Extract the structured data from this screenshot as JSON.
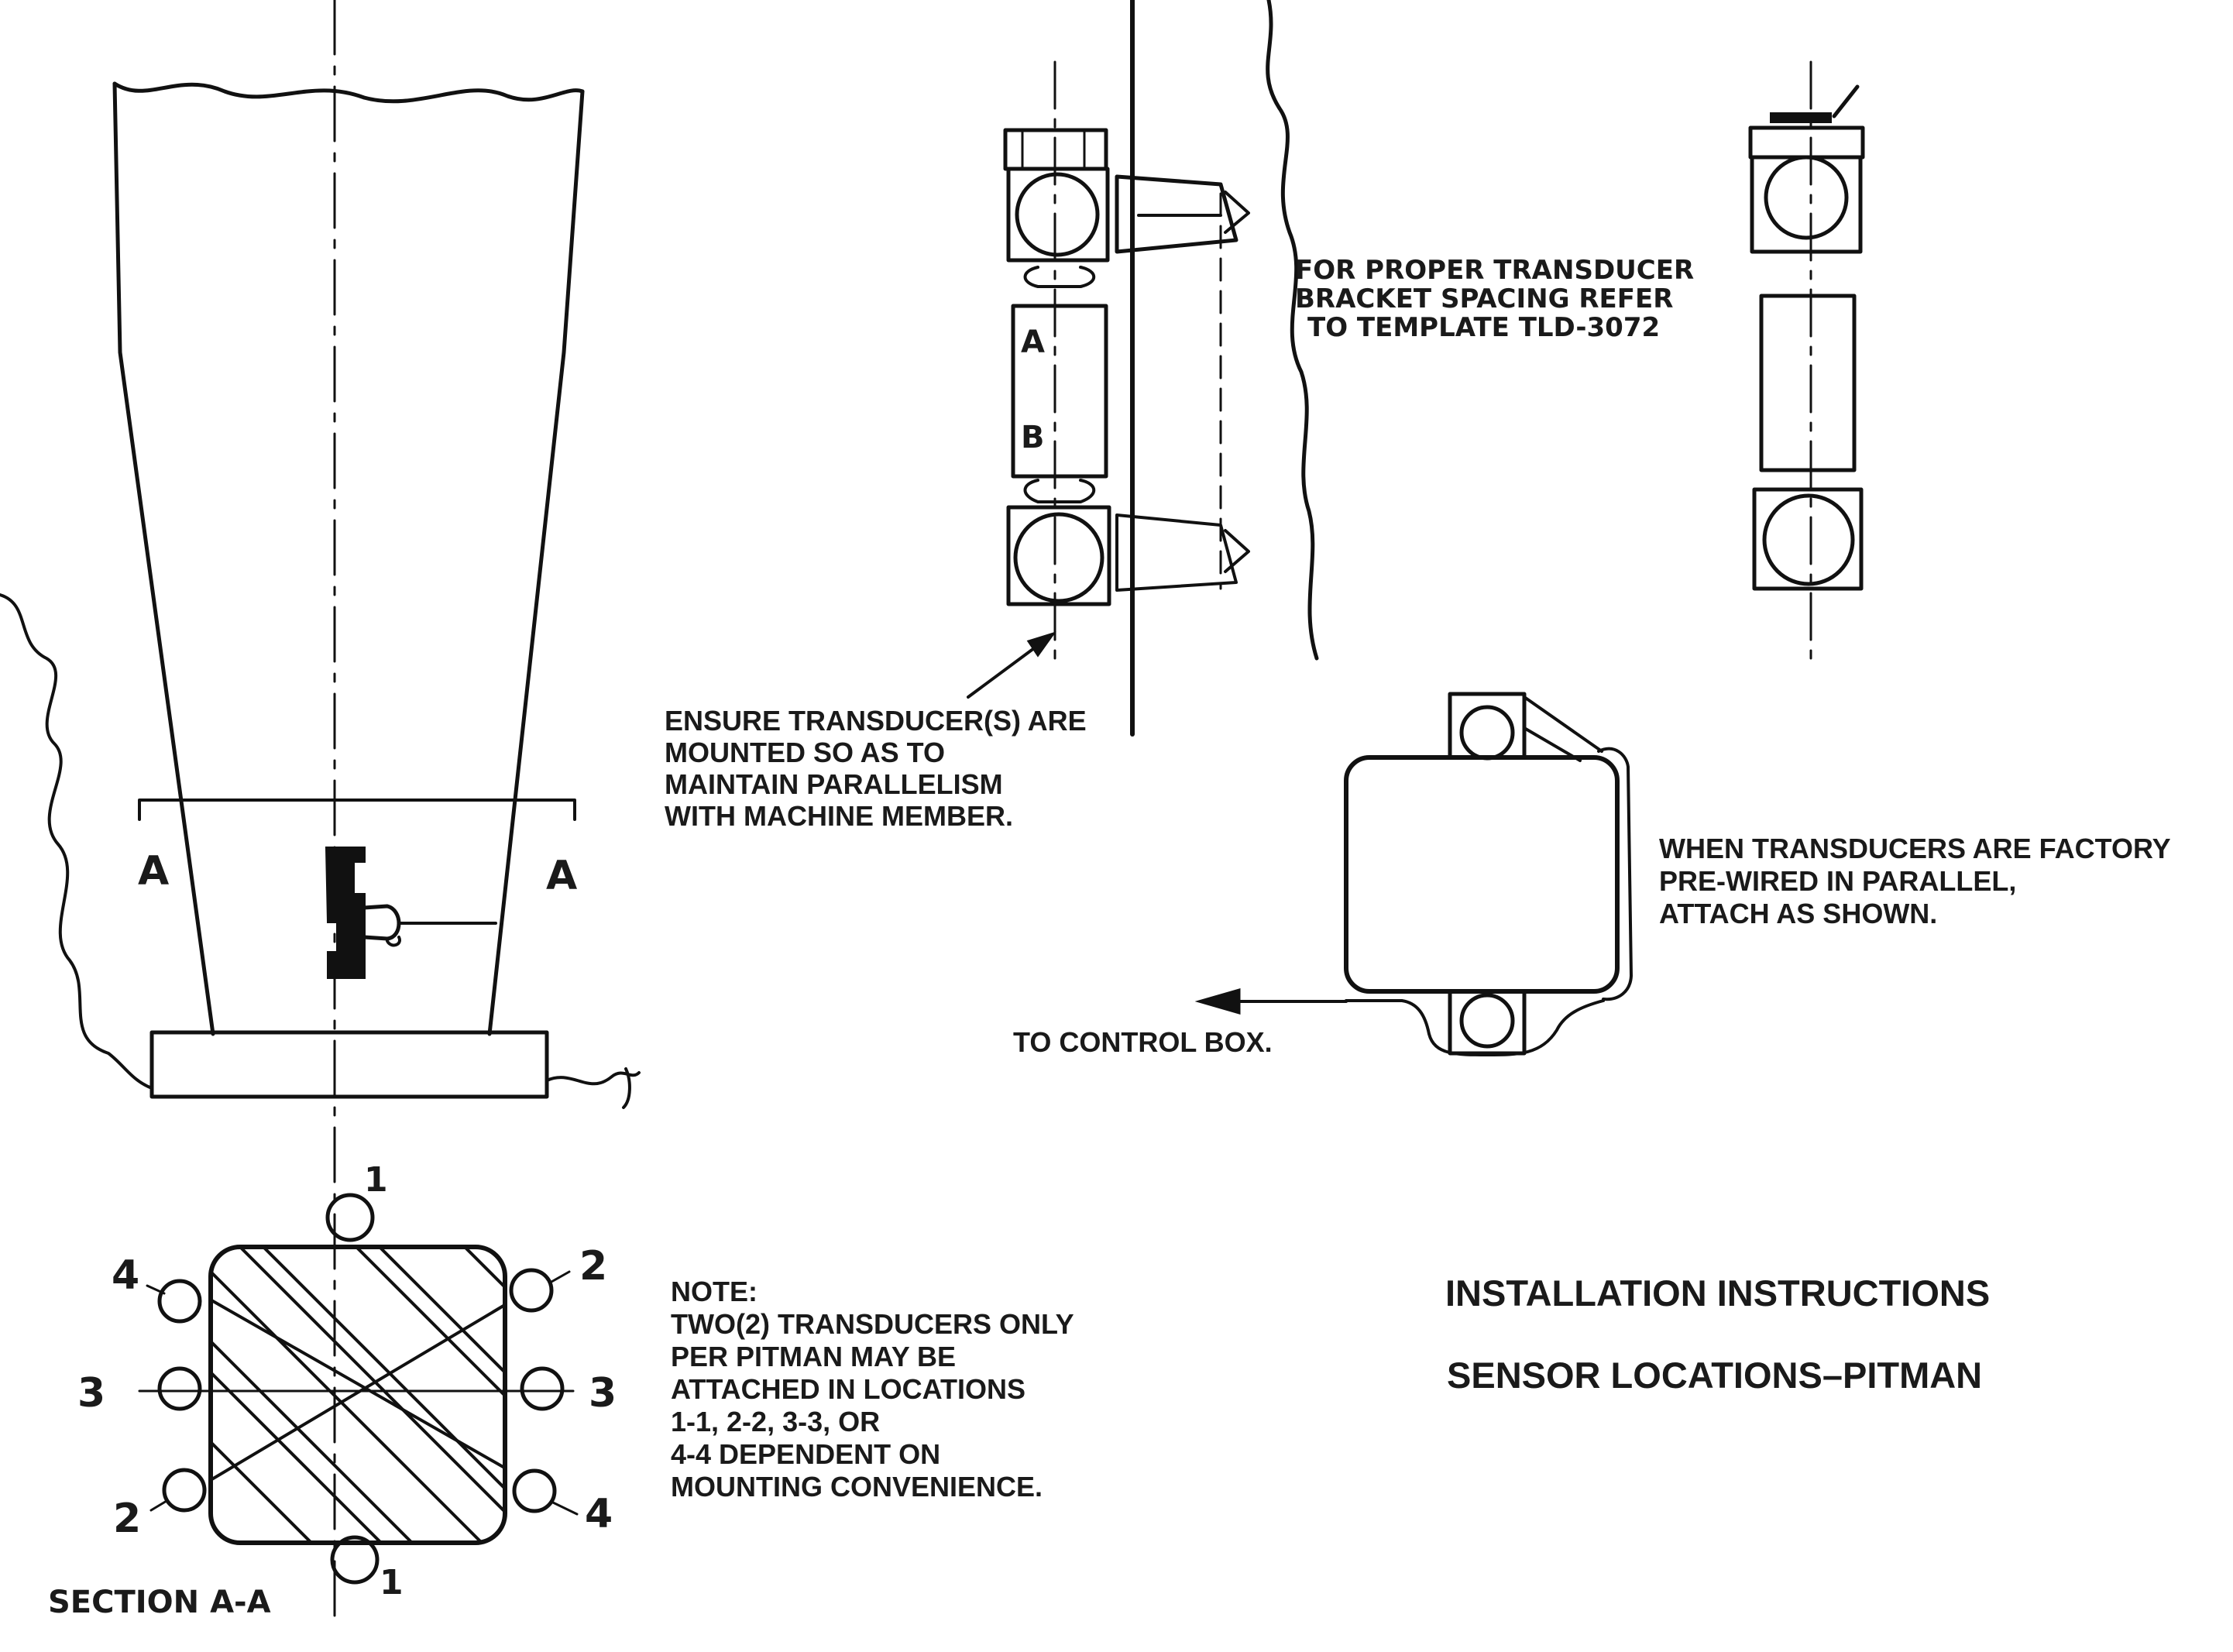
{
  "title": {
    "line1": "INSTALLATION INSTRUCTIONS",
    "line2": "SENSOR LOCATIONS–PITMAN"
  },
  "notes": {
    "template": [
      "FOR PROPER TRANSDUCER",
      "BRACKET SPACING REFER",
      "TO TEMPLATE TLD-3072"
    ],
    "parallelism": [
      "ENSURE TRANSDUCER(S) ARE",
      "MOUNTED SO AS TO",
      "MAINTAIN PARALLELISM",
      "WITH MACHINE MEMBER."
    ],
    "prewired": [
      "WHEN TRANSDUCERS ARE FACTORY",
      "PRE-WIRED IN PARALLEL,",
      "ATTACH AS SHOWN."
    ],
    "control_box": "TO CONTROL BOX.",
    "locations": [
      "NOTE:",
      "TWO(2) TRANSDUCERS ONLY",
      "PER PITMAN MAY BE",
      "ATTACHED IN LOCATIONS",
      "1-1, 2-2, 3-3, OR",
      "4-4 DEPENDENT ON",
      "MOUNTING CONVENIENCE."
    ]
  },
  "labels": {
    "section_marker": "A",
    "section_title": "SECTION A-A",
    "part_a": "A",
    "part_b": "B",
    "loc_1": "1",
    "loc_2": "2",
    "loc_3": "3",
    "loc_4": "4"
  }
}
